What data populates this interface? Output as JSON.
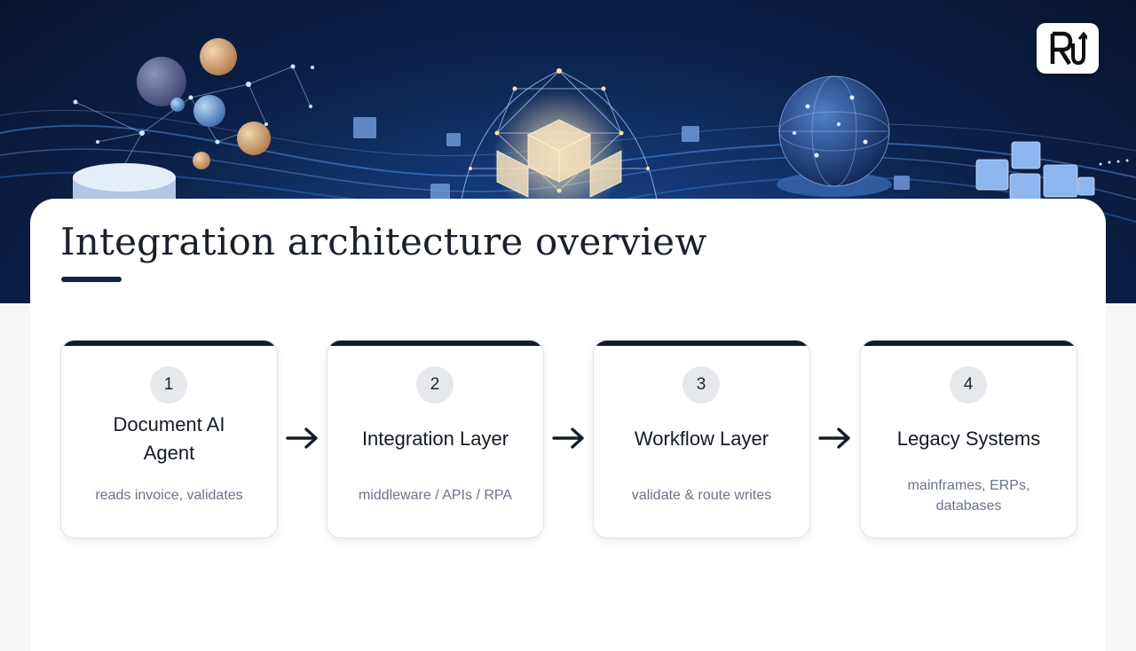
{
  "slide": {
    "title": "Integration architecture overview"
  },
  "logo": {
    "text": "RU",
    "icon": "ru-logo-icon"
  },
  "steps": [
    {
      "number": "1",
      "title_lines": [
        "Document AI",
        "Agent"
      ],
      "description_lines": [
        "reads invoice, validates"
      ]
    },
    {
      "number": "2",
      "title_lines": [
        "Integration Layer"
      ],
      "description_lines": [
        "middleware / APIs / RPA"
      ]
    },
    {
      "number": "3",
      "title_lines": [
        "Workflow Layer"
      ],
      "description_lines": [
        "validate & route writes"
      ]
    },
    {
      "number": "4",
      "title_lines": [
        "Legacy Systems"
      ],
      "description_lines": [
        "mainframes, ERPs,",
        "databases"
      ]
    }
  ],
  "connectors": [
    "arrow-right-icon",
    "arrow-right-icon",
    "arrow-right-icon"
  ],
  "colors": {
    "accent_dark": "#131c2c",
    "banner_navy": "#0b1f46",
    "badge_bg": "#e6e8ec",
    "desc_text": "#6a7388"
  }
}
